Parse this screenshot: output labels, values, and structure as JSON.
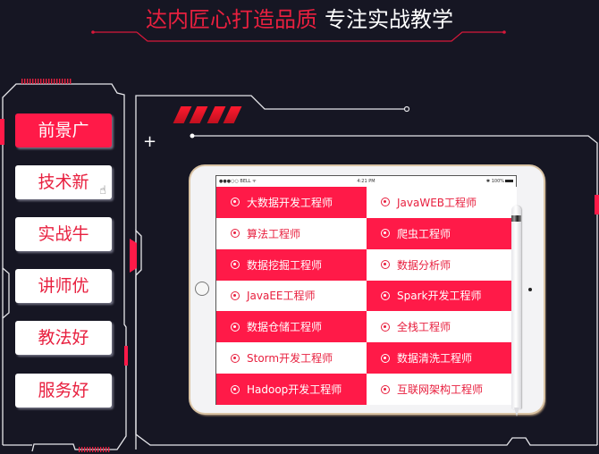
{
  "header": {
    "title_red": "达内匠心打造品质",
    "title_white": "专注实战教学"
  },
  "colors": {
    "background": "#161623",
    "accent_red": "#ff1a48",
    "title_red": "#e8203f",
    "frame_line": "#e6e6ea"
  },
  "sidebar": {
    "items": [
      {
        "label": "前景广",
        "active": true
      },
      {
        "label": "技术新",
        "active": false,
        "hover_cursor": "hand-pointer-icon"
      },
      {
        "label": "实战牛",
        "active": false
      },
      {
        "label": "讲师优",
        "active": false
      },
      {
        "label": "教法好",
        "active": false
      },
      {
        "label": "服务好",
        "active": false
      }
    ]
  },
  "device": {
    "statusbar": {
      "carrier": "●●●○○ BELL ᯤ",
      "time": "4:21 PM",
      "battery": "✱ 100%"
    },
    "grid": [
      {
        "label": "大数据开发工程师",
        "style": "red"
      },
      {
        "label": "JavaWEB工程师",
        "style": "white"
      },
      {
        "label": "算法工程师",
        "style": "white"
      },
      {
        "label": "爬虫工程师",
        "style": "red"
      },
      {
        "label": "数据挖掘工程师",
        "style": "red"
      },
      {
        "label": "数据分析师",
        "style": "white"
      },
      {
        "label": "JavaEE工程师",
        "style": "white"
      },
      {
        "label": "Spark开发工程师",
        "style": "red"
      },
      {
        "label": "数据仓储工程师",
        "style": "red"
      },
      {
        "label": "全栈工程师",
        "style": "white"
      },
      {
        "label": "Storm开发工程师",
        "style": "white"
      },
      {
        "label": "数据清洗工程师",
        "style": "red"
      },
      {
        "label": "Hadoop开发工程师",
        "style": "red"
      },
      {
        "label": "互联网架构工程师",
        "style": "white"
      }
    ]
  },
  "decor": {
    "cross_glyph": "+",
    "hand_glyph": "☝"
  }
}
